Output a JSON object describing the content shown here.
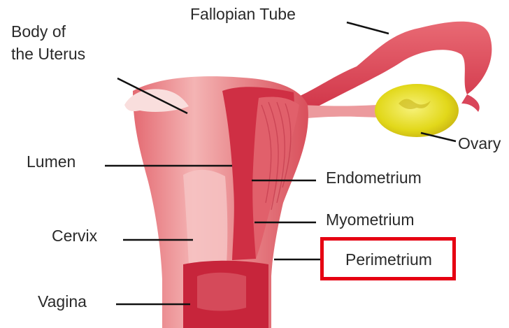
{
  "labels": {
    "body_of_uterus_line1": "Body of",
    "body_of_uterus_line2": "the Uterus",
    "fallopian_tube": "Fallopian Tube",
    "ovary": "Ovary",
    "lumen": "Lumen",
    "endometrium": "Endometrium",
    "myometrium": "Myometrium",
    "perimetrium": "Perimetrium",
    "cervix": "Cervix",
    "vagina": "Vagina"
  },
  "highlight": {
    "target": "perimetrium",
    "color": "#e60012"
  },
  "colors": {
    "outer_tissue": "#e8797b",
    "inner_tissue": "#d12b3e",
    "light_tissue": "#f7c6c6",
    "ovary": "#e5dc1f",
    "leader_line": "#111111"
  }
}
